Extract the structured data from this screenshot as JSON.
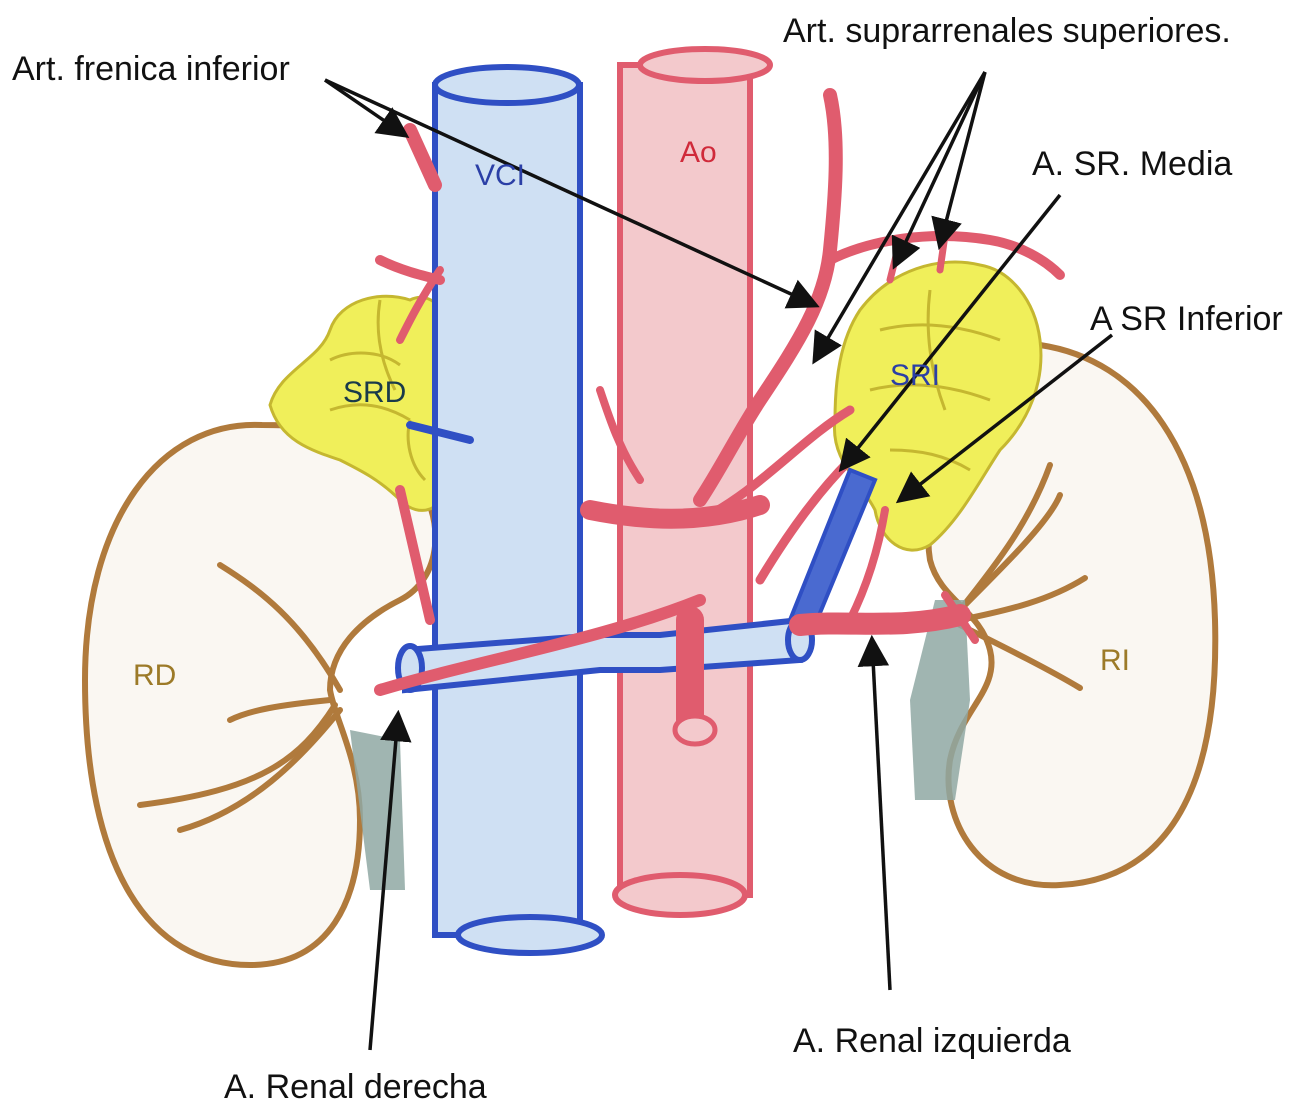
{
  "labels": {
    "art_frenica_inferior": "Art. frenica inferior",
    "art_suprarrenales_superiores": "Art. suprarrenales superiores.",
    "a_sr_media": "A. SR. Media",
    "a_sr_inferior": "A SR Inferior",
    "a_renal_izquierda": "A. Renal izquierda",
    "a_renal_derecha": "A. Renal derecha",
    "vci": "VCI",
    "ao": "Ao",
    "srd": "SRD",
    "sri": "SRI",
    "rd": "RD",
    "ri": "RI"
  },
  "colors": {
    "artery": "#e05c6e",
    "vein": "#2f4fc4",
    "vein_fill": "#cfe0f3",
    "aorta_fill": "#f3c9cc",
    "adrenal": "#f0ef5a",
    "kidney_outline": "#b07a3c",
    "kidney_fill": "#faf7f2",
    "ureter": "#8fa8a3",
    "text_dark": "#111111",
    "text_red": "#d02a3a",
    "text_blue": "#2b3fa6",
    "text_tan": "#9c7a28"
  }
}
